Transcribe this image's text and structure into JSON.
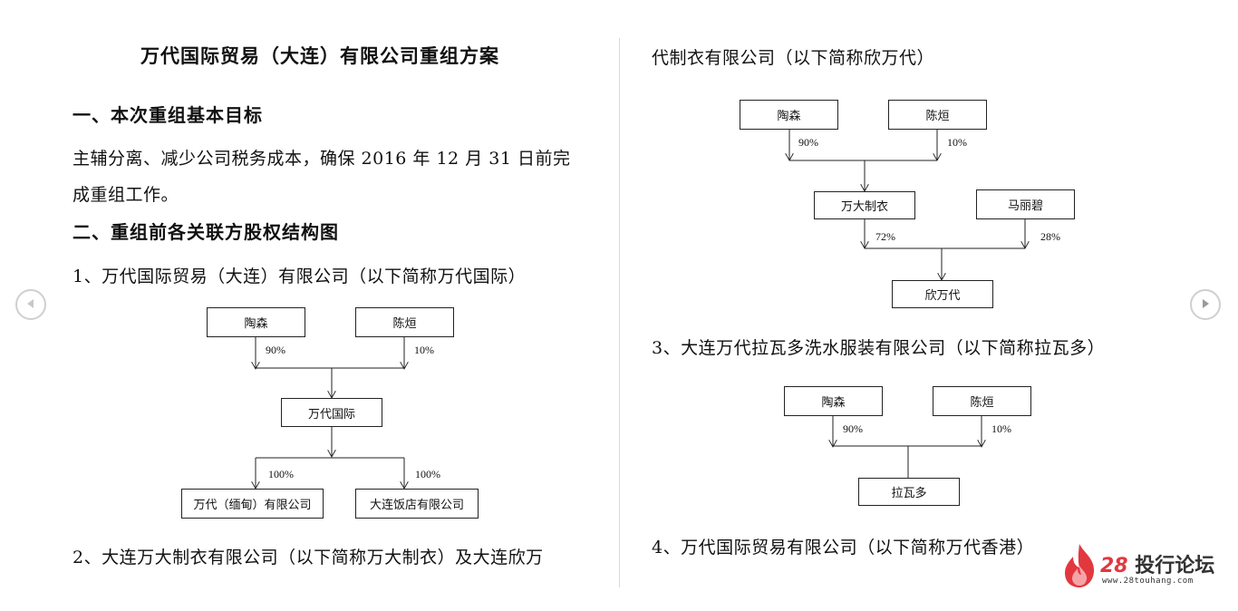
{
  "doc": {
    "title": "万代国际贸易（大连）有限公司重组方案",
    "section1_heading": "一、本次重组基本目标",
    "section1_line1": "主辅分离、减少公司税务成本，确保 2016 年 12 月 31 日前完",
    "section1_line2": "成重组工作。",
    "section2_heading": "二、重组前各关联方股权结构图",
    "item1": "1、万代国际贸易（大连）有限公司（以下简称万代国际）",
    "item2_line1": "2、大连万大制衣有限公司（以下简称万大制衣）及大连欣万",
    "item2_line2": "代制衣有限公司（以下简称欣万代）",
    "item3": "3、大连万代拉瓦多洗水服装有限公司（以下简称拉瓦多）",
    "item4": "4、万代国际贸易有限公司（以下简称万代香港）"
  },
  "chart1": {
    "shareholder_a": "陶森",
    "shareholder_b": "陈烜",
    "pct_a": "90%",
    "pct_b": "10%",
    "company": "万代国际",
    "sub_a": "万代（缅甸）有限公司",
    "sub_b": "大连饭店有限公司",
    "sub_pct_a": "100%",
    "sub_pct_b": "100%"
  },
  "chart2": {
    "shareholder_a": "陶森",
    "shareholder_b": "陈烜",
    "pct_a": "90%",
    "pct_b": "10%",
    "mid_a": "万大制衣",
    "mid_b": "马丽碧",
    "mid_pct_a": "72%",
    "mid_pct_b": "28%",
    "company": "欣万代"
  },
  "chart3": {
    "shareholder_a": "陶森",
    "shareholder_b": "陈烜",
    "pct_a": "90%",
    "pct_b": "10%",
    "company": "拉瓦多"
  },
  "nav": {
    "prev_icon": "chevron-left-icon",
    "next_icon": "chevron-right-icon"
  },
  "logo": {
    "number": "28",
    "name": "投行论坛",
    "url": "www.28touhang.com",
    "accent": "#e2373f"
  }
}
